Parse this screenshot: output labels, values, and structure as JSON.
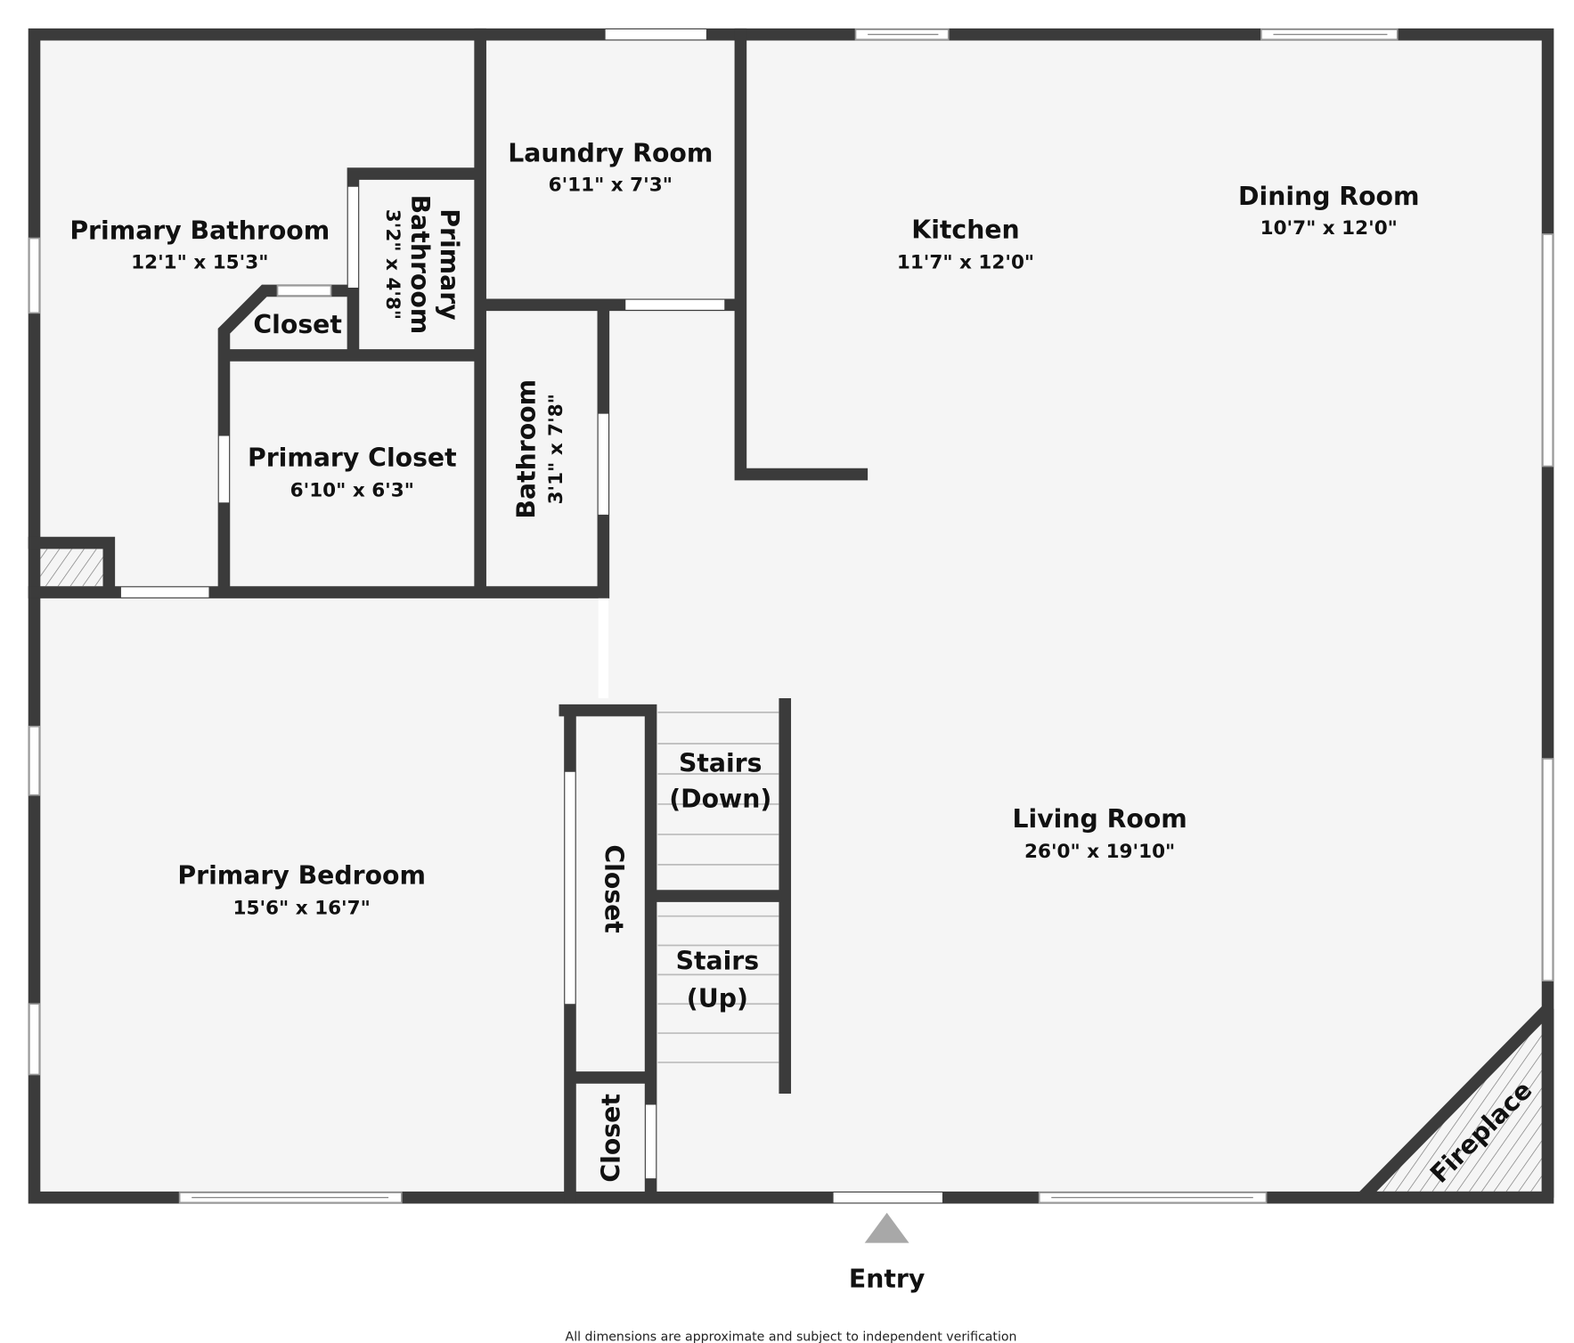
{
  "rooms": {
    "primary_bathroom": {
      "name": "Primary Bathroom",
      "dims": "12'1\" x 15'3\""
    },
    "primary_bathroom_small": {
      "name_line1": "Primary",
      "name_line2": "Bathroom",
      "dims": "3'2\" x 4'8\""
    },
    "laundry": {
      "name": "Laundry Room",
      "dims": "6'11\" x 7'3\""
    },
    "kitchen": {
      "name": "Kitchen",
      "dims": "11'7\" x 12'0\""
    },
    "dining": {
      "name": "Dining Room",
      "dims": "10'7\" x 12'0\""
    },
    "closet_small": {
      "name": "Closet"
    },
    "primary_closet": {
      "name": "Primary Closet",
      "dims": "6'10\" x 6'3\""
    },
    "bathroom": {
      "name": "Bathroom",
      "dims": "3'1\" x 7'8\""
    },
    "primary_bedroom": {
      "name": "Primary Bedroom",
      "dims": "15'6\" x 16'7\""
    },
    "living": {
      "name": "Living Room",
      "dims": "26'0\" x 19'10\""
    },
    "stairs_down": {
      "line1": "Stairs",
      "line2": "(Down)"
    },
    "stairs_up": {
      "line1": "Stairs",
      "line2": "(Up)"
    },
    "closet_tall": {
      "name": "Closet"
    },
    "closet_bottom": {
      "name": "Closet"
    },
    "fireplace": {
      "name": "Fireplace"
    }
  },
  "entry": {
    "label": "Entry"
  },
  "disclaimer": "All dimensions are approximate and subject to independent verification",
  "colors": {
    "wall": "#3b3b3b",
    "floor": "#f5f5f5",
    "entry_arrow": "#a8a8a8"
  }
}
